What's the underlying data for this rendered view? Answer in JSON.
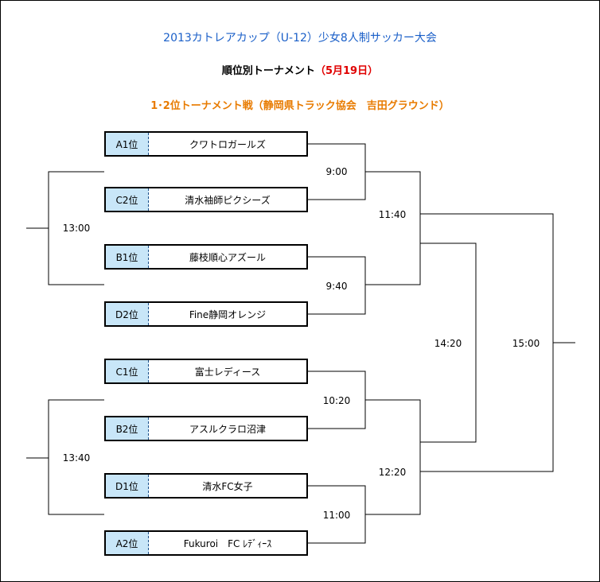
{
  "header": {
    "title": "2013カトレアカップ（U-12）少女8人制サッカー大会",
    "subtitle_main": "順位別トーナメント",
    "subtitle_date": "（5月19日）",
    "venue": "1･2位トーナメント戦（静岡県トラック協会　吉田グラウンド）"
  },
  "teams": [
    {
      "seed": "A1位",
      "name": "クワトロガールズ"
    },
    {
      "seed": "C2位",
      "name": "清水袖師ピクシーズ"
    },
    {
      "seed": "B1位",
      "name": "藤枝順心アズール"
    },
    {
      "seed": "D2位",
      "name": "Fine静岡オレンジ"
    },
    {
      "seed": "C1位",
      "name": "富士レディース"
    },
    {
      "seed": "B2位",
      "name": "アスルクラロ沼津"
    },
    {
      "seed": "D1位",
      "name": "清水FC女子"
    },
    {
      "seed": "A2位",
      "name": "Fukuroi　FC ﾚﾃﾞｨｰｽ"
    }
  ],
  "match_times": {
    "r1_a": "9:00",
    "r1_b": "9:40",
    "r1_c": "10:20",
    "r1_d": "11:00",
    "r2_top": "11:40",
    "r2_bottom": "12:20",
    "left_top": "13:00",
    "left_bottom": "13:40",
    "third": "14:20",
    "final": "15:00"
  }
}
